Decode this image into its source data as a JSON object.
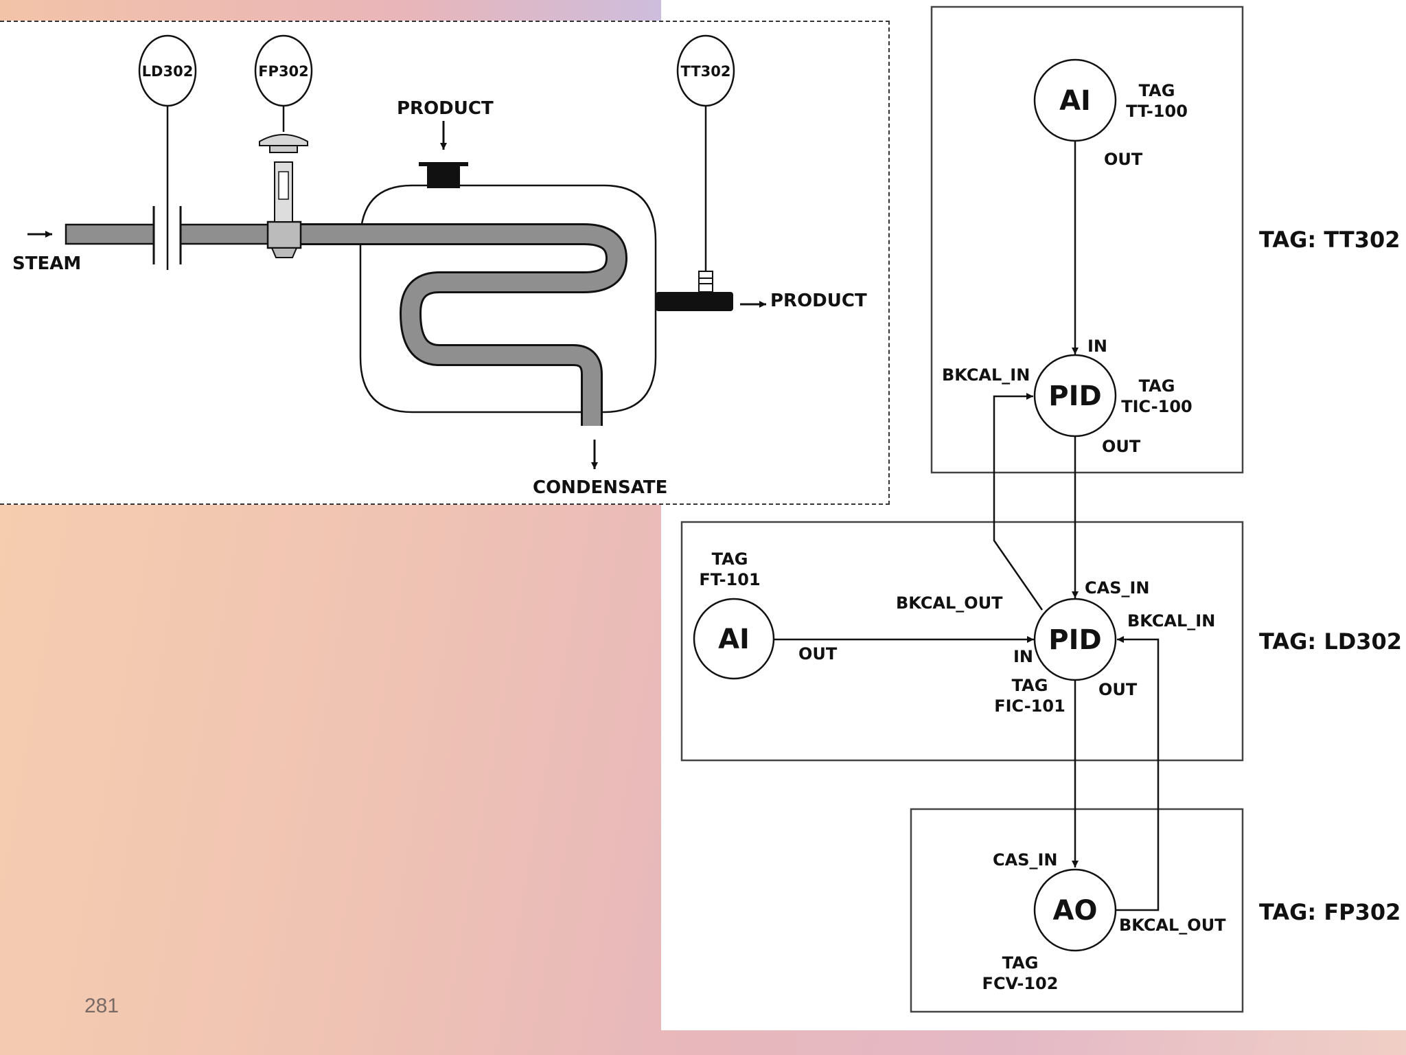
{
  "process": {
    "instruments": [
      "LD302",
      "FP302",
      "TT302"
    ],
    "product_in": "PRODUCT",
    "product_out": "PRODUCT",
    "steam": "STEAM",
    "condensate": "CONDENSATE"
  },
  "devices": [
    {
      "tag": "TAG: TT302"
    },
    {
      "tag": "TAG: LD302"
    },
    {
      "tag": "TAG: FP302"
    }
  ],
  "blocks": {
    "ai_tt": {
      "name": "AI",
      "tag_word": "TAG",
      "tag": "TT-100",
      "out": "OUT"
    },
    "pid_tic": {
      "name": "PID",
      "tag_word": "TAG",
      "tag": "TIC-100",
      "in": "IN",
      "bkcal_in": "BKCAL_IN",
      "out": "OUT"
    },
    "ai_ft": {
      "name": "AI",
      "tag_word": "TAG",
      "tag": "FT-101",
      "out": "OUT"
    },
    "pid_fic": {
      "name": "PID",
      "tag_word": "TAG",
      "tag": "FIC-101",
      "cas_in": "CAS_IN",
      "in": "IN",
      "bkcal_out": "BKCAL_OUT",
      "bkcal_in": "BKCAL_IN",
      "out": "OUT"
    },
    "ao": {
      "name": "AO",
      "tag_word": "TAG",
      "tag": "FCV-102",
      "cas_in": "CAS_IN",
      "bkcal_out": "BKCAL_OUT"
    }
  },
  "page_number": "281"
}
